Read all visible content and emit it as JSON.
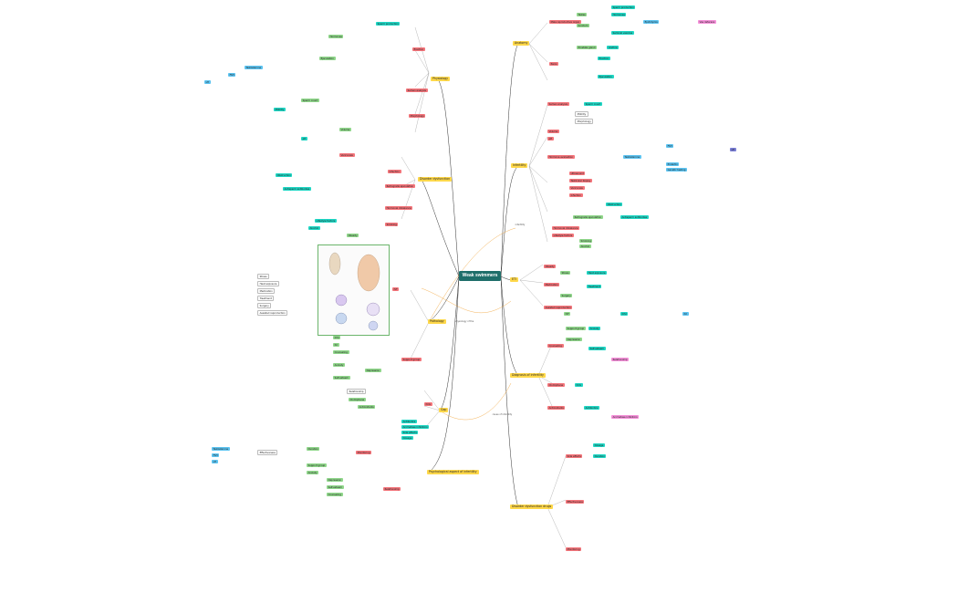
{
  "central": {
    "label": "Weak swimmers"
  },
  "branches": {
    "physiology": "Physiology",
    "anatomy": "Anatomy",
    "disorder_dysfunction": "Disorder dysfunction",
    "infertility": "Infertility",
    "pathology": "Pathology",
    "eti": "ETI",
    "diagnosis": "Diagnosis of infertility",
    "psych": "Psychological aspect of infertility",
    "disorder_dysfunction_drugs": "Disorder dysfunction drugs",
    "gap": "Gap"
  },
  "connector_labels": {
    "physiology_anatomy": "physiology of the",
    "infertility_eti": "infertility",
    "gap_infertility": "cause of infertility"
  },
  "colors": {
    "yellow": "#ffd84a",
    "red": "#f3747a",
    "green": "#8fd68a",
    "teal": "#1fd6c4",
    "blue": "#5cc3f0",
    "pink": "#f48fd8",
    "violet": "#7b7fd6",
    "central": "#1e6e6a"
  },
  "nodes": {
    "n0": "Male reproductive organ",
    "n1": "Testes",
    "n2": "Sperm production",
    "n3": "Hormones",
    "n4": "Scrotum",
    "n5": "Epididymis",
    "n6": "Vas deferens",
    "n7": "Seminal vesicles",
    "n8": "Prostate gland",
    "n9": "Urethra",
    "n10": "Penis",
    "n11": "Erection",
    "n12": "Ejaculation",
    "n13": "Semen analysis",
    "n14": "Sperm count",
    "n15": "Motility",
    "n16": "Morphology",
    "n17": "Volume",
    "n18": "pH",
    "n19": "Hormone evaluation",
    "n20": "Testosterone",
    "n21": "FSH",
    "n22": "LH",
    "n23": "Prolactin",
    "n24": "Genetic testing",
    "n25": "Ultrasound",
    "n26": "Testicular biopsy",
    "n27": "Varicocele",
    "n28": "Infection",
    "n29": "Obstruction",
    "n30": "Retrograde ejaculation",
    "n31": "Antisperm antibodies",
    "n32": "Hormonal imbalance",
    "n33": "Lifestyle factors",
    "n34": "Smoking",
    "n35": "Alcohol",
    "n36": "Obesity",
    "n37": "Stress",
    "n38": "Heat exposure",
    "n39": "Medication",
    "n40": "Treatment",
    "n41": "Surgery",
    "n42": "Assisted reproduction",
    "n43": "IVF",
    "n44": "ICSI",
    "n45": "IUI",
    "n46": "Counseling",
    "n47": "Support group",
    "n48": "Anxiety",
    "n49": "Depression",
    "n50": "Self-esteem",
    "n51": "Relationship",
    "n52": "Clomiphene",
    "n53": "hCG",
    "n54": "Antioxidants",
    "n55": "Antibiotics",
    "n56": "Aromatase inhibitors",
    "n57": "Side effects",
    "n58": "Dosage",
    "n59": "Duration",
    "n60": "Effectiveness",
    "n61": "Monitoring"
  }
}
